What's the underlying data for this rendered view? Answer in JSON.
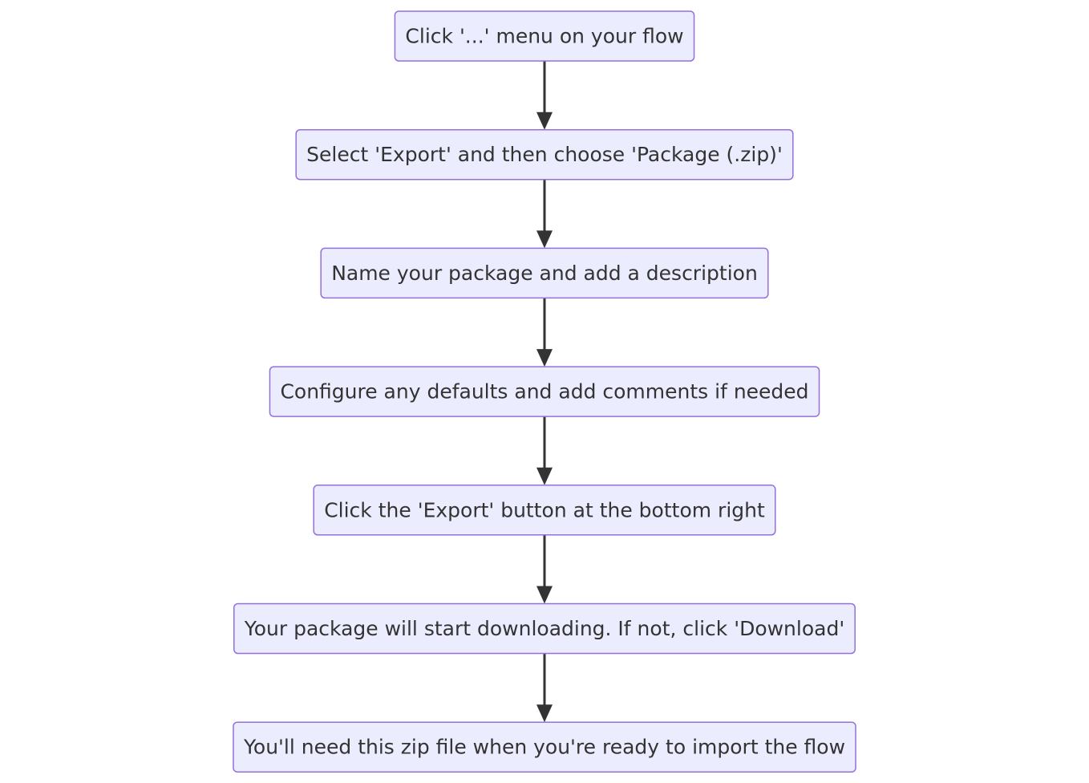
{
  "flowchart": {
    "direction": "top-down",
    "colors": {
      "node_fill": "#ECECFF",
      "node_border": "#9370DB",
      "text": "#333333",
      "edge": "#333333"
    },
    "steps": [
      {
        "id": "step-1",
        "label": "Click '...' menu on your flow"
      },
      {
        "id": "step-2",
        "label": "Select 'Export' and then choose 'Package (.zip)'"
      },
      {
        "id": "step-3",
        "label": "Name your package and add a description"
      },
      {
        "id": "step-4",
        "label": "Configure any defaults and add comments if needed"
      },
      {
        "id": "step-5",
        "label": "Click the 'Export' button at the bottom right"
      },
      {
        "id": "step-6",
        "label": "Your package will start downloading. If not, click 'Download'"
      },
      {
        "id": "step-7",
        "label": "You'll need this zip file when you're ready to import the flow"
      }
    ],
    "edges": [
      {
        "from": "step-1",
        "to": "step-2"
      },
      {
        "from": "step-2",
        "to": "step-3"
      },
      {
        "from": "step-3",
        "to": "step-4"
      },
      {
        "from": "step-4",
        "to": "step-5"
      },
      {
        "from": "step-5",
        "to": "step-6"
      },
      {
        "from": "step-6",
        "to": "step-7"
      }
    ]
  }
}
